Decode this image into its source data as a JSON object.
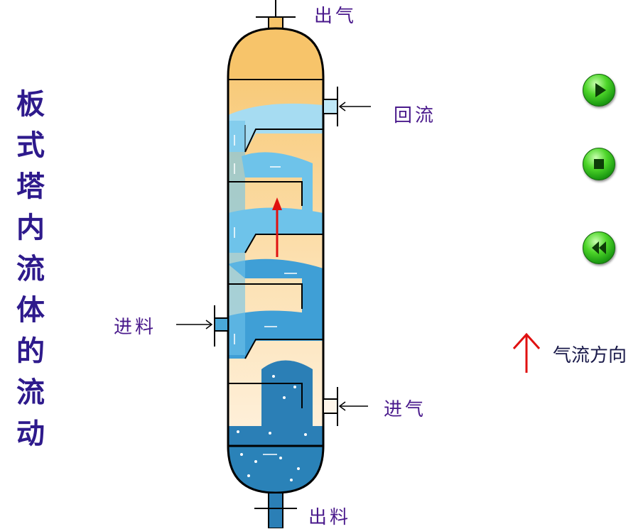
{
  "title_chars": [
    "板",
    "式",
    "塔",
    "内",
    "流",
    "体",
    "的",
    "流",
    "动"
  ],
  "labels": {
    "gas_out": "出气",
    "reflux": "回流",
    "feed": "进料",
    "gas_in": "进气",
    "liquid_out": "出料"
  },
  "legend": {
    "text": "气流方向"
  },
  "controls": {
    "play": "play-icon",
    "stop": "stop-icon",
    "rewind": "rewind-icon"
  },
  "colors": {
    "title": "#2e1a8c",
    "label": "#4a1a8c",
    "vapor": "#fbd79a",
    "liquid": "#4aa8d8",
    "arrow": "#e01010",
    "button": "#2fb51c"
  }
}
